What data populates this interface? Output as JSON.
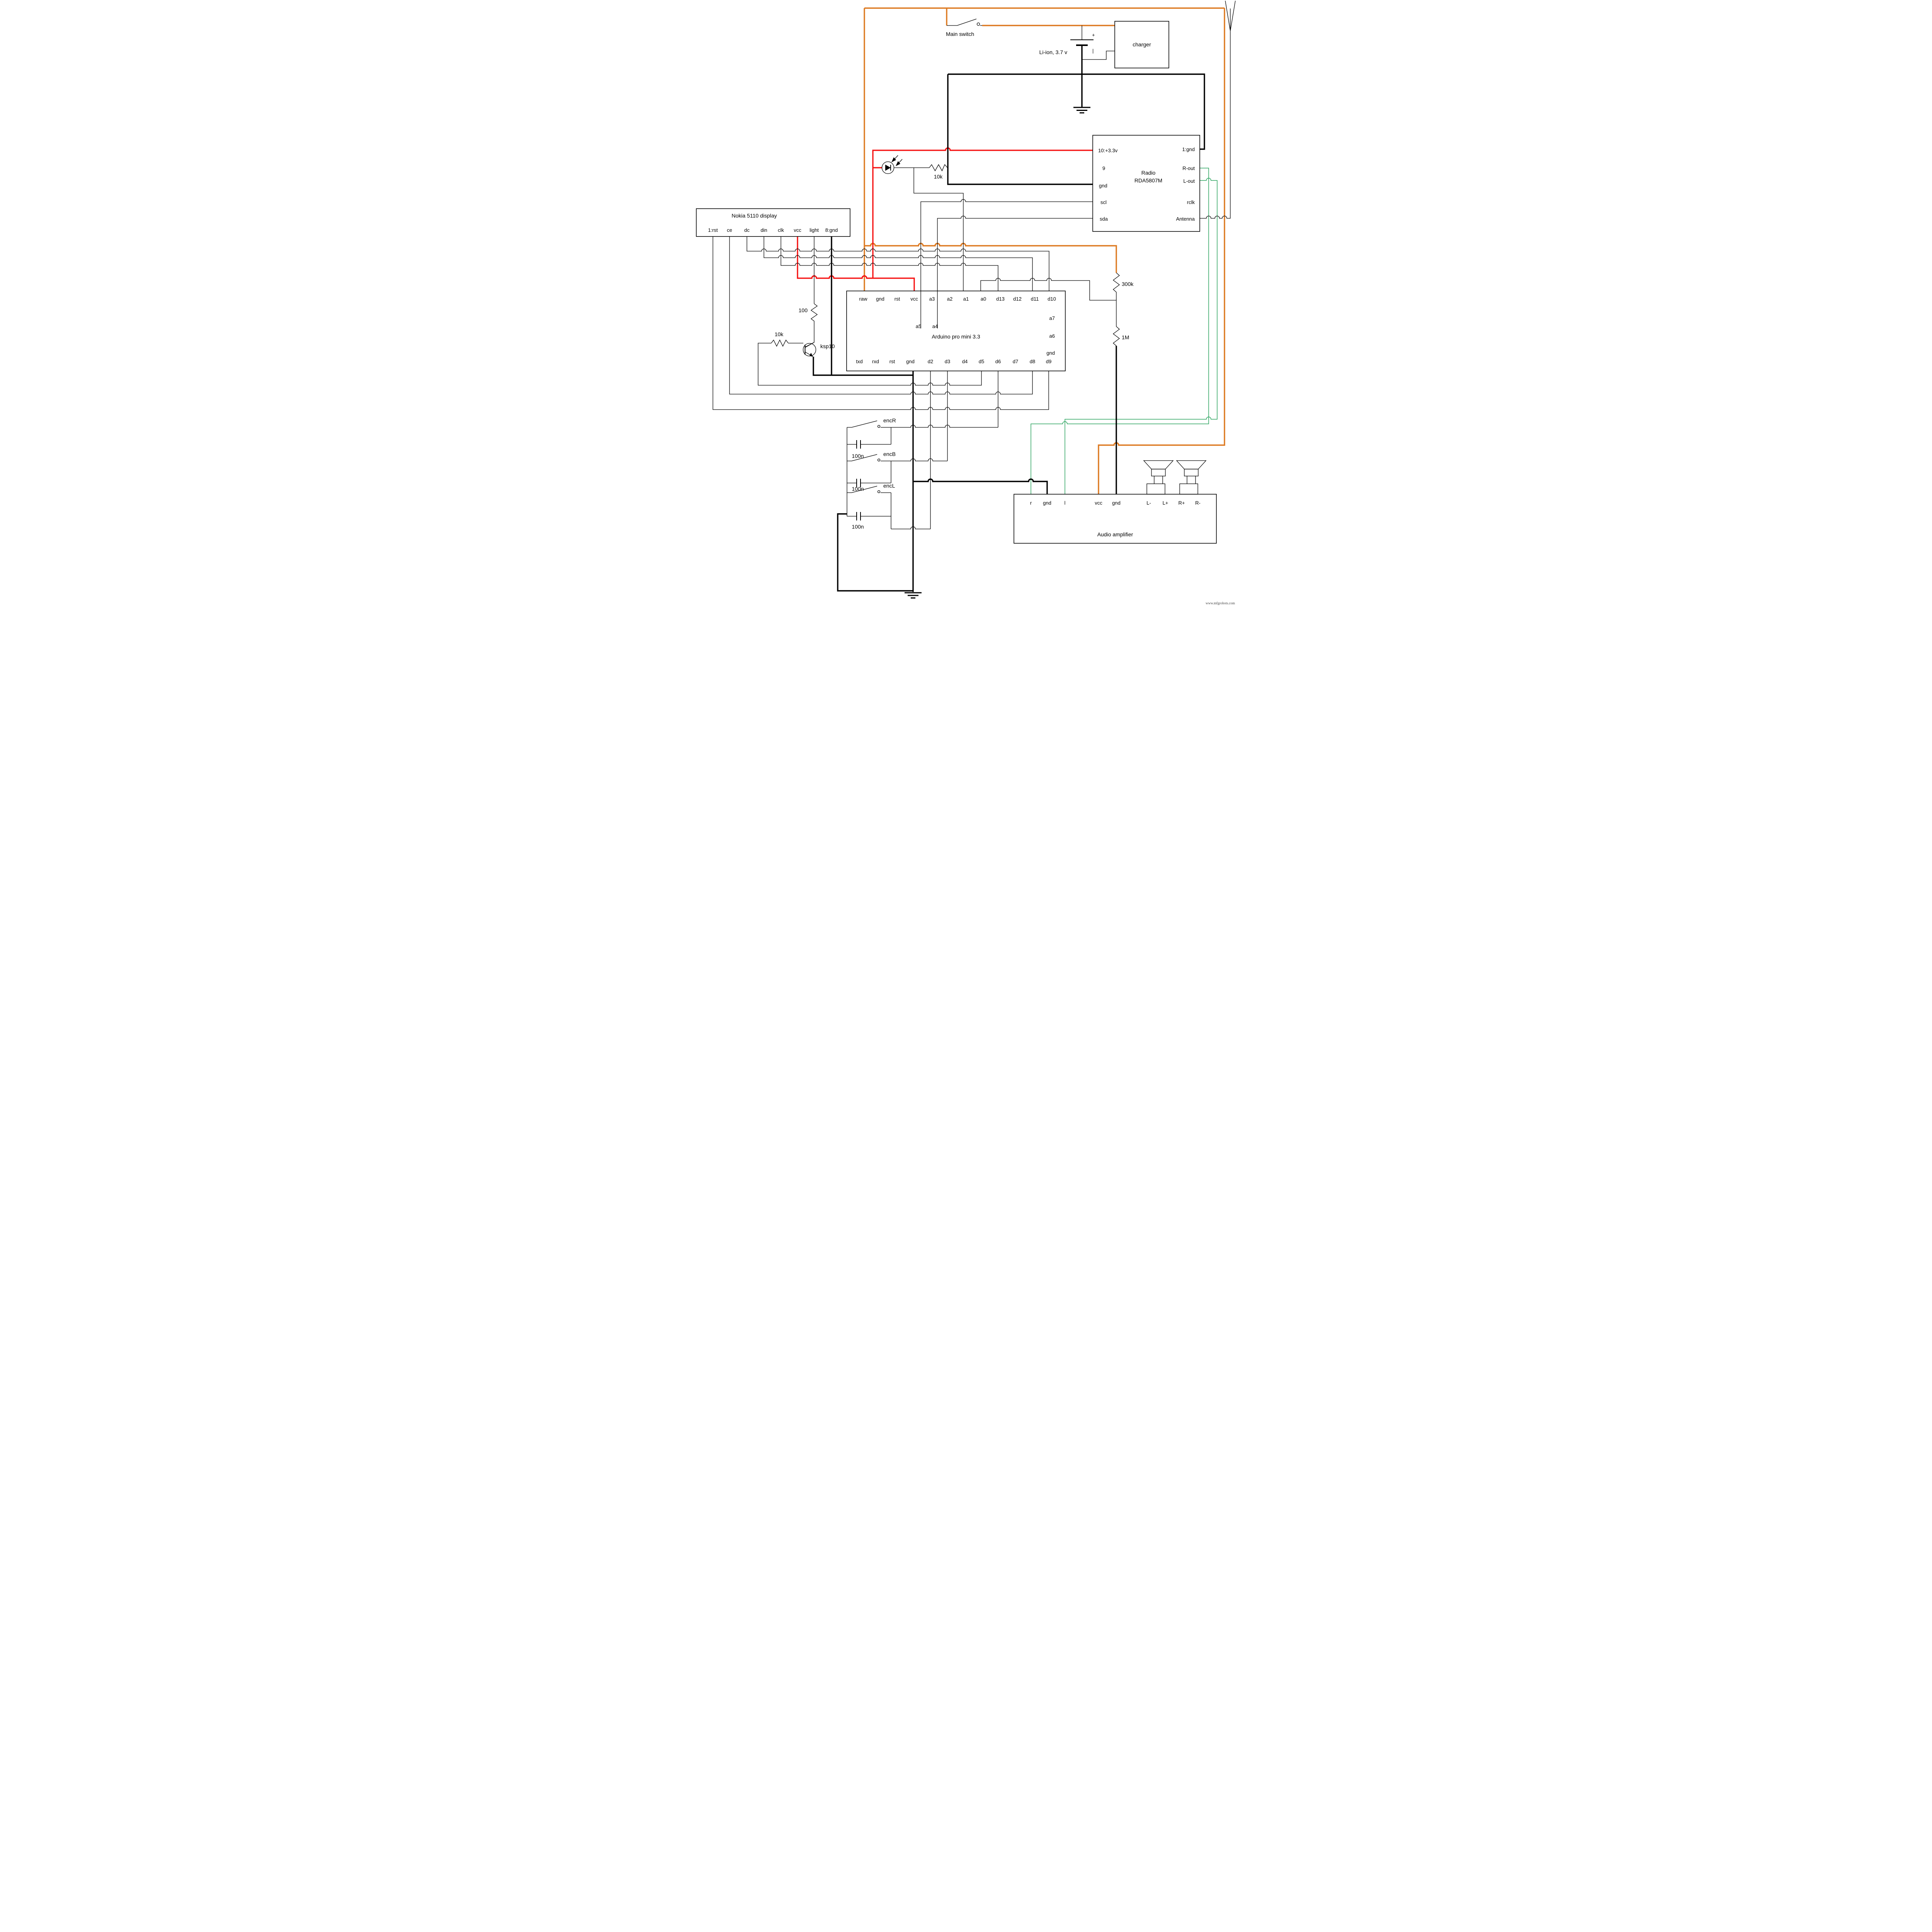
{
  "colors": {
    "wire_orange": "#dd7a22",
    "wire_red": "#f50f0f",
    "wire_green": "#2aa35f",
    "wire_black": "#000000"
  },
  "power": {
    "main_switch_label": "Main switch",
    "battery_label": "Li-ion, 3.7 v",
    "battery_plus": "+",
    "battery_minus": "|",
    "charger_label": "charger"
  },
  "radio": {
    "title_line1": "Radio",
    "title_line2": "RDA5807M",
    "pins_left": {
      "p10": "10:+3.3v",
      "p9": "9",
      "gnd": "gnd",
      "scl": "scl",
      "sda": "sda"
    },
    "pins_right": {
      "gnd": "1:gnd",
      "rout": "R-out",
      "lout": "L-out",
      "rclk": "rclk",
      "antenna": "Antenna"
    }
  },
  "display": {
    "title": "Nokia 5110 display",
    "pins": {
      "rst": "1:rst",
      "ce": "ce",
      "dc": "dc",
      "din": "din",
      "clk": "clk",
      "vcc": "vcc",
      "light": "light",
      "gnd": "8:gnd"
    }
  },
  "arduino": {
    "title": "Arduino pro mini 3.3",
    "top_pins": {
      "raw": "raw",
      "gnd": "gnd",
      "rst": "rst",
      "vcc": "vcc",
      "a3": "a3",
      "a2": "a2",
      "a1": "a1",
      "a0": "a0",
      "d13": "d13",
      "d12": "d12",
      "d11": "d11",
      "d10": "d10"
    },
    "inner_pins": {
      "a5": "a5",
      "a4": "a4",
      "a7": "a7",
      "a6": "a6",
      "gnd": "gnd"
    },
    "bottom_pins": {
      "txd": "txd",
      "rxd": "rxd",
      "rst": "rst",
      "gnd": "gnd",
      "d2": "d2",
      "d3": "d3",
      "d4": "d4",
      "d5": "d5",
      "d6": "d6",
      "d7": "d7",
      "d8": "d8",
      "d9": "d9"
    }
  },
  "amplifier": {
    "title": "Audio amplifier",
    "pins": {
      "r": "r",
      "gnd1": "gnd",
      "l": "l",
      "vcc": "vcc",
      "gnd2": "gnd",
      "lminus": "L-",
      "lplus": "L+",
      "rplus": "R+",
      "rminus": "R-"
    }
  },
  "components": {
    "led_resistor": "10k",
    "divider_top": "300k",
    "divider_bottom": "1M",
    "backlight_resistor": "100",
    "base_resistor": "10k",
    "transistor": "ksp10",
    "cap_r": "100n",
    "cap_b": "100n",
    "cap_l": "100n",
    "enc_r": "encR",
    "enc_b": "encB",
    "enc_l": "encL"
  },
  "watermark": "www.mfgrobots.com"
}
